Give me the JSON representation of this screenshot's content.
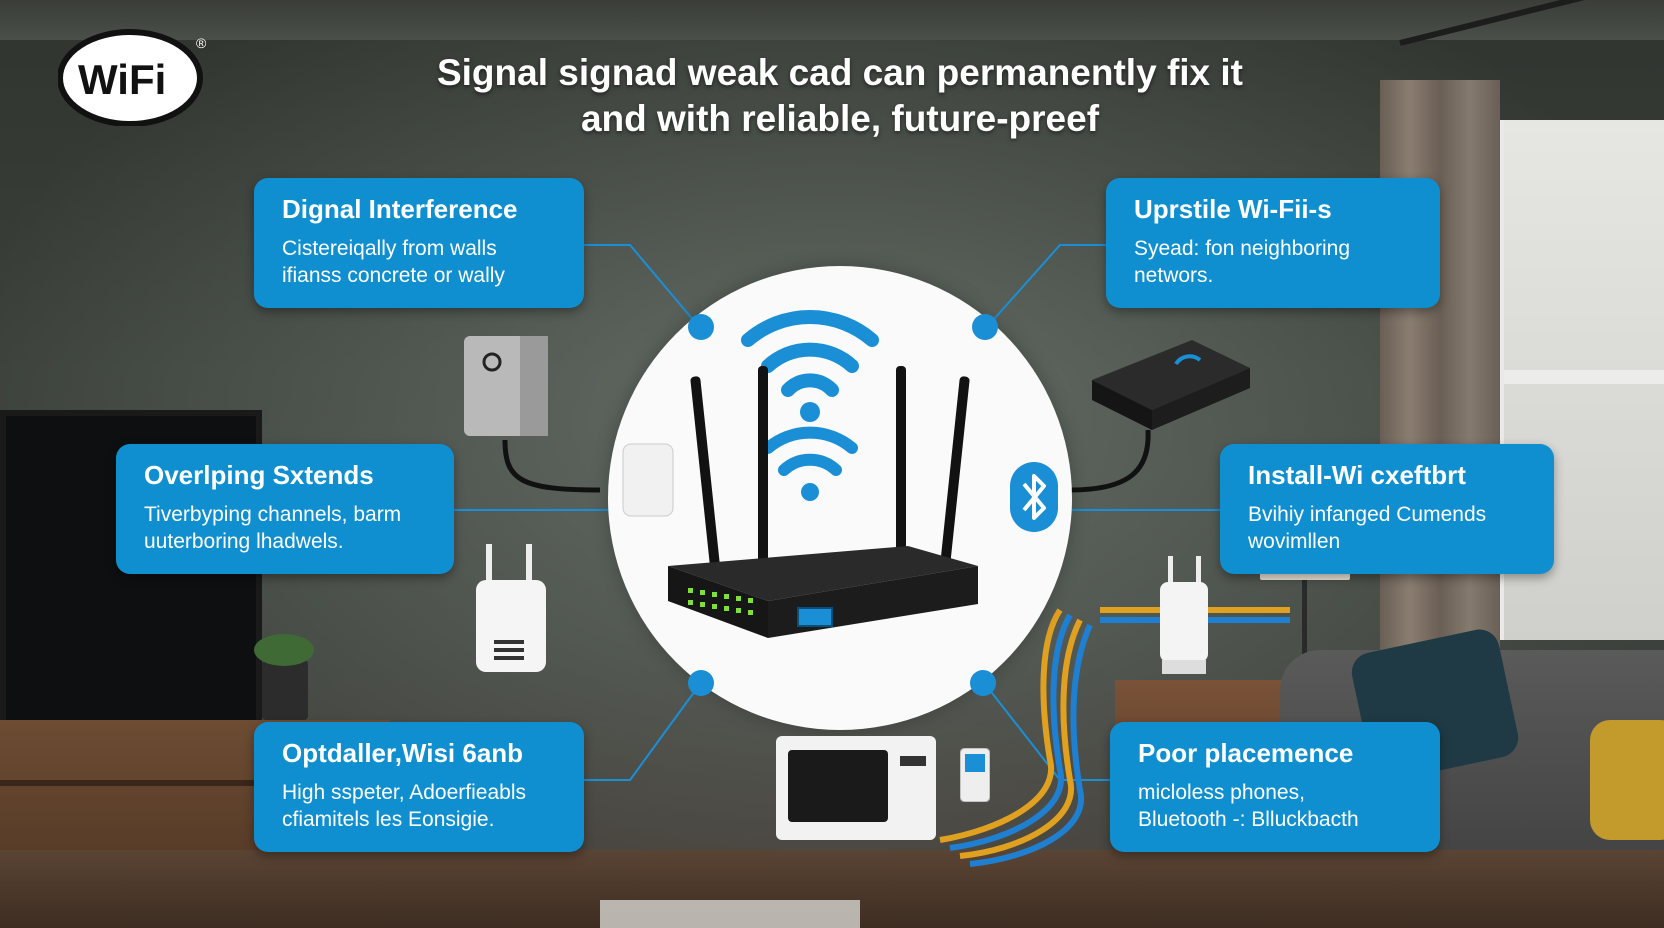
{
  "title": {
    "line1": "Signal signad weak cad can permanently fix it",
    "line2": "and with reliable, future-preef"
  },
  "logo": {
    "text": "WiFi",
    "mark": "®"
  },
  "cards": {
    "top_left": {
      "heading": "Dignal Interference",
      "line1": "Cistereiqally from walls",
      "line2": "ifianss concrete or wally"
    },
    "mid_left": {
      "heading": "Overlping Sxtends",
      "line1": "Tiverbyping channels, barm",
      "line2": "uuterboring lhadwels."
    },
    "bottom_left": {
      "heading": "Optdaller,Wisi 6anb",
      "line1": "High sspeter, Adoerfieabls",
      "line2": "cfiamitels les Eonsigie."
    },
    "top_right": {
      "heading": "Uprstile Wi-Fii-s",
      "line1": "Syead: fon neighboring",
      "line2": "networs."
    },
    "mid_right": {
      "heading": "Install-Wi cxeftbrt",
      "line1": "Bvihiy infanged Cumends",
      "line2": "wovimllen"
    },
    "bottom_right": {
      "heading": "Poor placemence",
      "line1": "micloless phones,",
      "line2": "Bluetooth -: Blluckbacth"
    }
  },
  "colors": {
    "accent": "#0f8fcf",
    "dot": "#1b8fd6",
    "hub": "#fafafa"
  },
  "icons": [
    "wifi-icon",
    "bluetooth-icon",
    "router-icon"
  ]
}
